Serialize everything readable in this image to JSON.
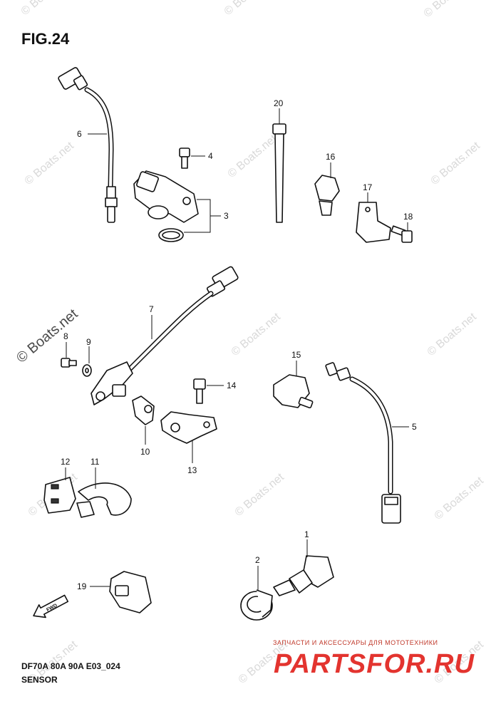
{
  "figure": {
    "title": "FIG.24",
    "model_code": "DF70A 80A 90A E03_024",
    "section": "SENSOR"
  },
  "callouts": {
    "c1": "1",
    "c2": "2",
    "c3": "3",
    "c4": "4",
    "c5": "5",
    "c6": "6",
    "c7": "7",
    "c8": "8",
    "c9": "9",
    "c10": "10",
    "c11": "11",
    "c12": "12",
    "c13": "13",
    "c14": "14",
    "c15": "15",
    "c16": "16",
    "c17": "17",
    "c18": "18",
    "c19": "19",
    "c20": "20"
  },
  "fwd_label": "FWD",
  "watermark": {
    "small": "© Boats.net",
    "large": "© Boats.net"
  },
  "brand": {
    "tagline": "ЗАПЧАСТИ И АКСЕССУАРЫ ДЛЯ МОТОТЕХНИКИ",
    "logo": "PARTSFOR.RU"
  },
  "colors": {
    "line": "#111111",
    "watermark": "#d9d9d9",
    "brand_red": "#e3342f"
  }
}
